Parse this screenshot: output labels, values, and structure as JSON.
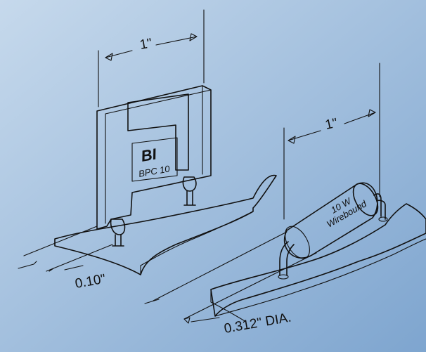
{
  "colors": {
    "background_top_left": "#c6d9ec",
    "background_bottom_right": "#7ea5cf",
    "ink": "#111111",
    "component_fill": "#dce7f2",
    "board_fill": "#cbdcec"
  },
  "labels": {
    "left_length": "1\"",
    "right_length": "1\"",
    "left_spacing": "0.10\"",
    "right_diameter": "0.312\" DIA.",
    "left_logo": "BI",
    "left_part": "BPC 10",
    "right_rating": "10 W",
    "right_type": "Wirebound"
  }
}
